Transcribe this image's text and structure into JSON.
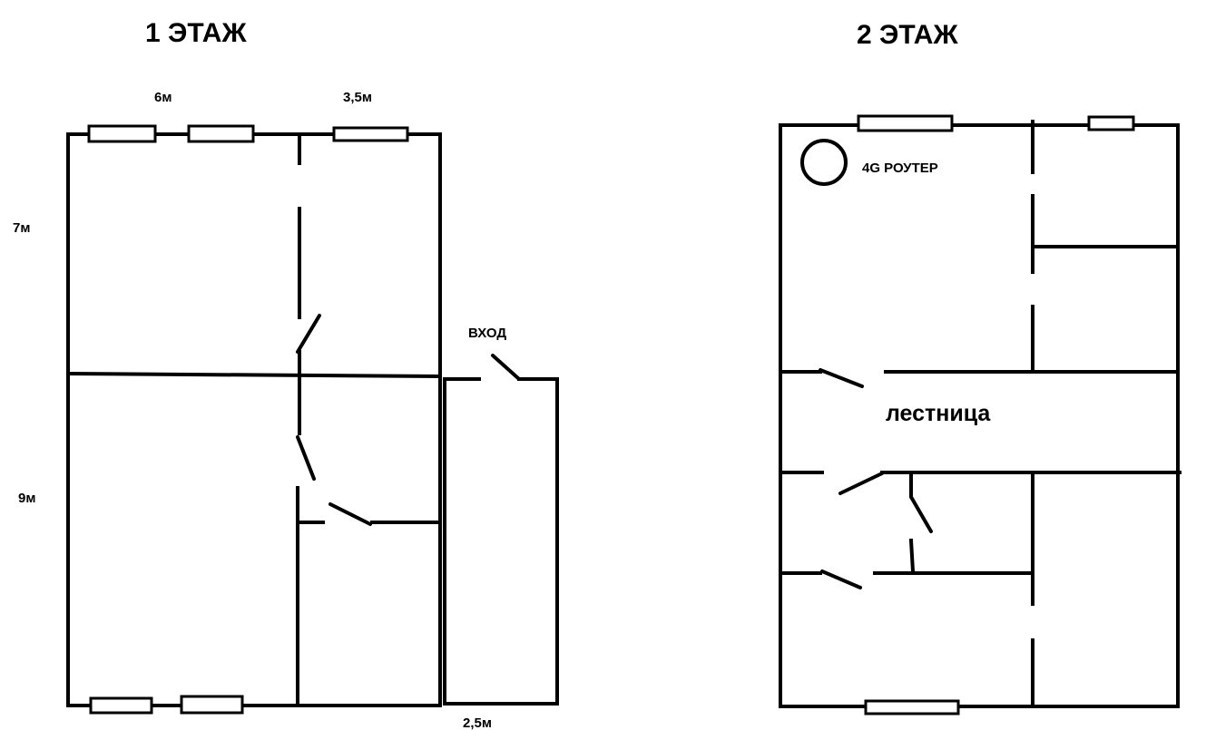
{
  "floor1": {
    "title": "1 ЭТАЖ",
    "dim_top_left": "6м",
    "dim_top_right": "3,5м",
    "dim_left_top": "7м",
    "dim_left_bottom": "9м",
    "dim_bottom_entrance": "2,5м",
    "entrance_label": "ВХОД"
  },
  "floor2": {
    "title": "2 ЭТАЖ",
    "router_label": "4G  РОУТЕР",
    "stairs_label": "лестница"
  }
}
